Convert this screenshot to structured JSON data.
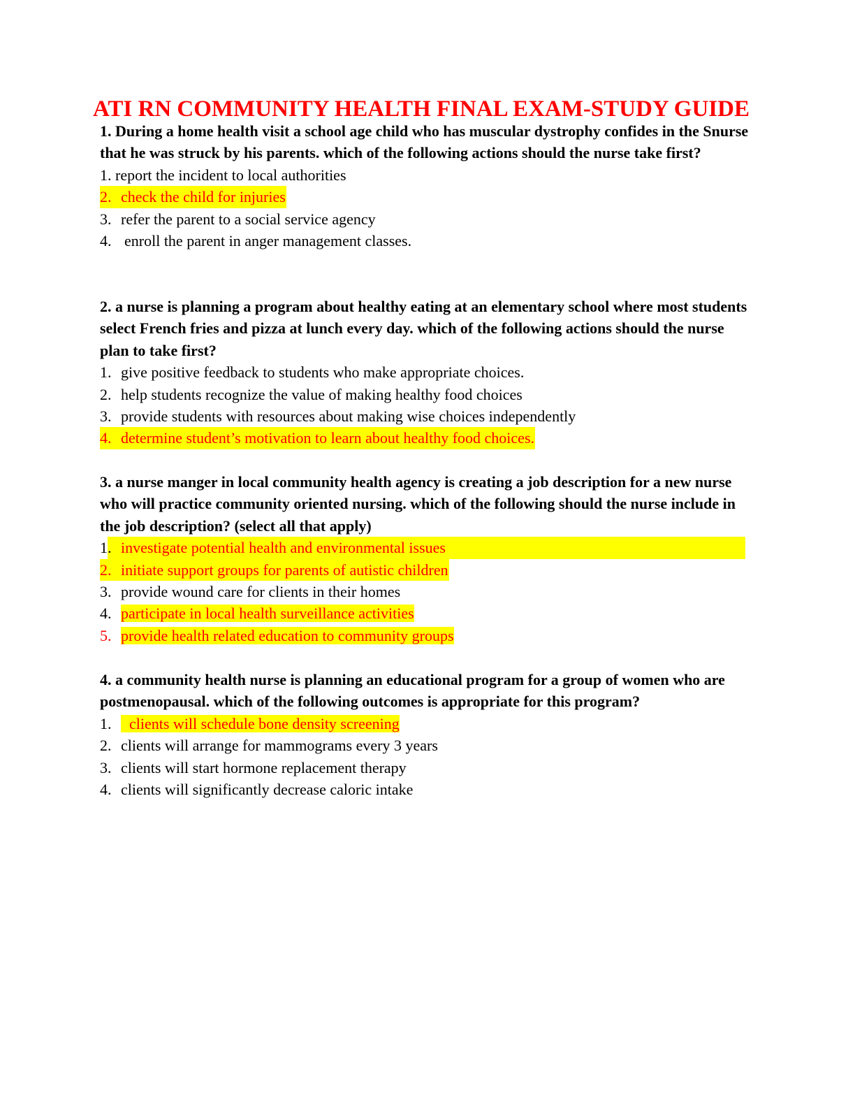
{
  "title": "ATI RN COMMUNITY HEALTH FINAL EXAM-STUDY GUIDE",
  "questions": [
    {
      "text": "1. During a home health visit a school age child who has muscular dystrophy confides in the Snurse that he was struck by his parents. which of the following actions should the nurse take first?",
      "options": [
        {
          "num": "1.",
          "text": "report the incident to local authorities"
        },
        {
          "num": "2.",
          "text": "check the child for injuries"
        },
        {
          "num": "3.",
          "text": "refer the parent to a social service agency"
        },
        {
          "num": "4.",
          "text": "enroll the parent in anger management classes."
        }
      ]
    },
    {
      "text": "2.  a nurse is planning a program about healthy eating at an elementary school where most students select French fries and pizza at lunch every day. which of the following actions should the nurse plan to take first?",
      "options": [
        {
          "num": "1.",
          "text": "give positive feedback to students who make appropriate choices."
        },
        {
          "num": "2.",
          "text": "help students recognize the value of making healthy food choices"
        },
        {
          "num": "3.",
          "text": "provide students with resources about making wise choices independently"
        },
        {
          "num": "4.",
          "text": "determine student’s motivation to learn about healthy food choices."
        }
      ]
    },
    {
      "text": "3. a nurse manger in local community health agency is creating a job description for a new nurse who will practice community oriented nursing. which of the following should the nurse include in the job description? (select all that apply)",
      "options": [
        {
          "num": "1.",
          "text": "investigate potential health and environmental issues"
        },
        {
          "num": "2.",
          "text": "initiate support groups for parents of autistic children"
        },
        {
          "num": "3.",
          "text": "provide wound care for clients in their homes"
        },
        {
          "num": "4.",
          "text": "participate in local health surveillance activities"
        },
        {
          "num": "5.",
          "text": "provide health related education to community groups"
        }
      ]
    },
    {
      "text": "4. a community health nurse is planning an educational program for a group of women who are postmenopausal. which of the following outcomes is appropriate for this program?",
      "options": [
        {
          "num": "1.",
          "text": "clients will schedule bone density screening"
        },
        {
          "num": "2.",
          "text": "clients will arrange for mammograms every 3 years"
        },
        {
          "num": "3.",
          "text": "clients will start hormone replacement therapy"
        },
        {
          "num": "4.",
          "text": "clients will significantly decrease caloric intake"
        }
      ]
    }
  ],
  "colors": {
    "title": "#ff0000",
    "answer_text": "#ff0000",
    "answer_highlight": "#ffff00",
    "body_text": "#000000"
  }
}
